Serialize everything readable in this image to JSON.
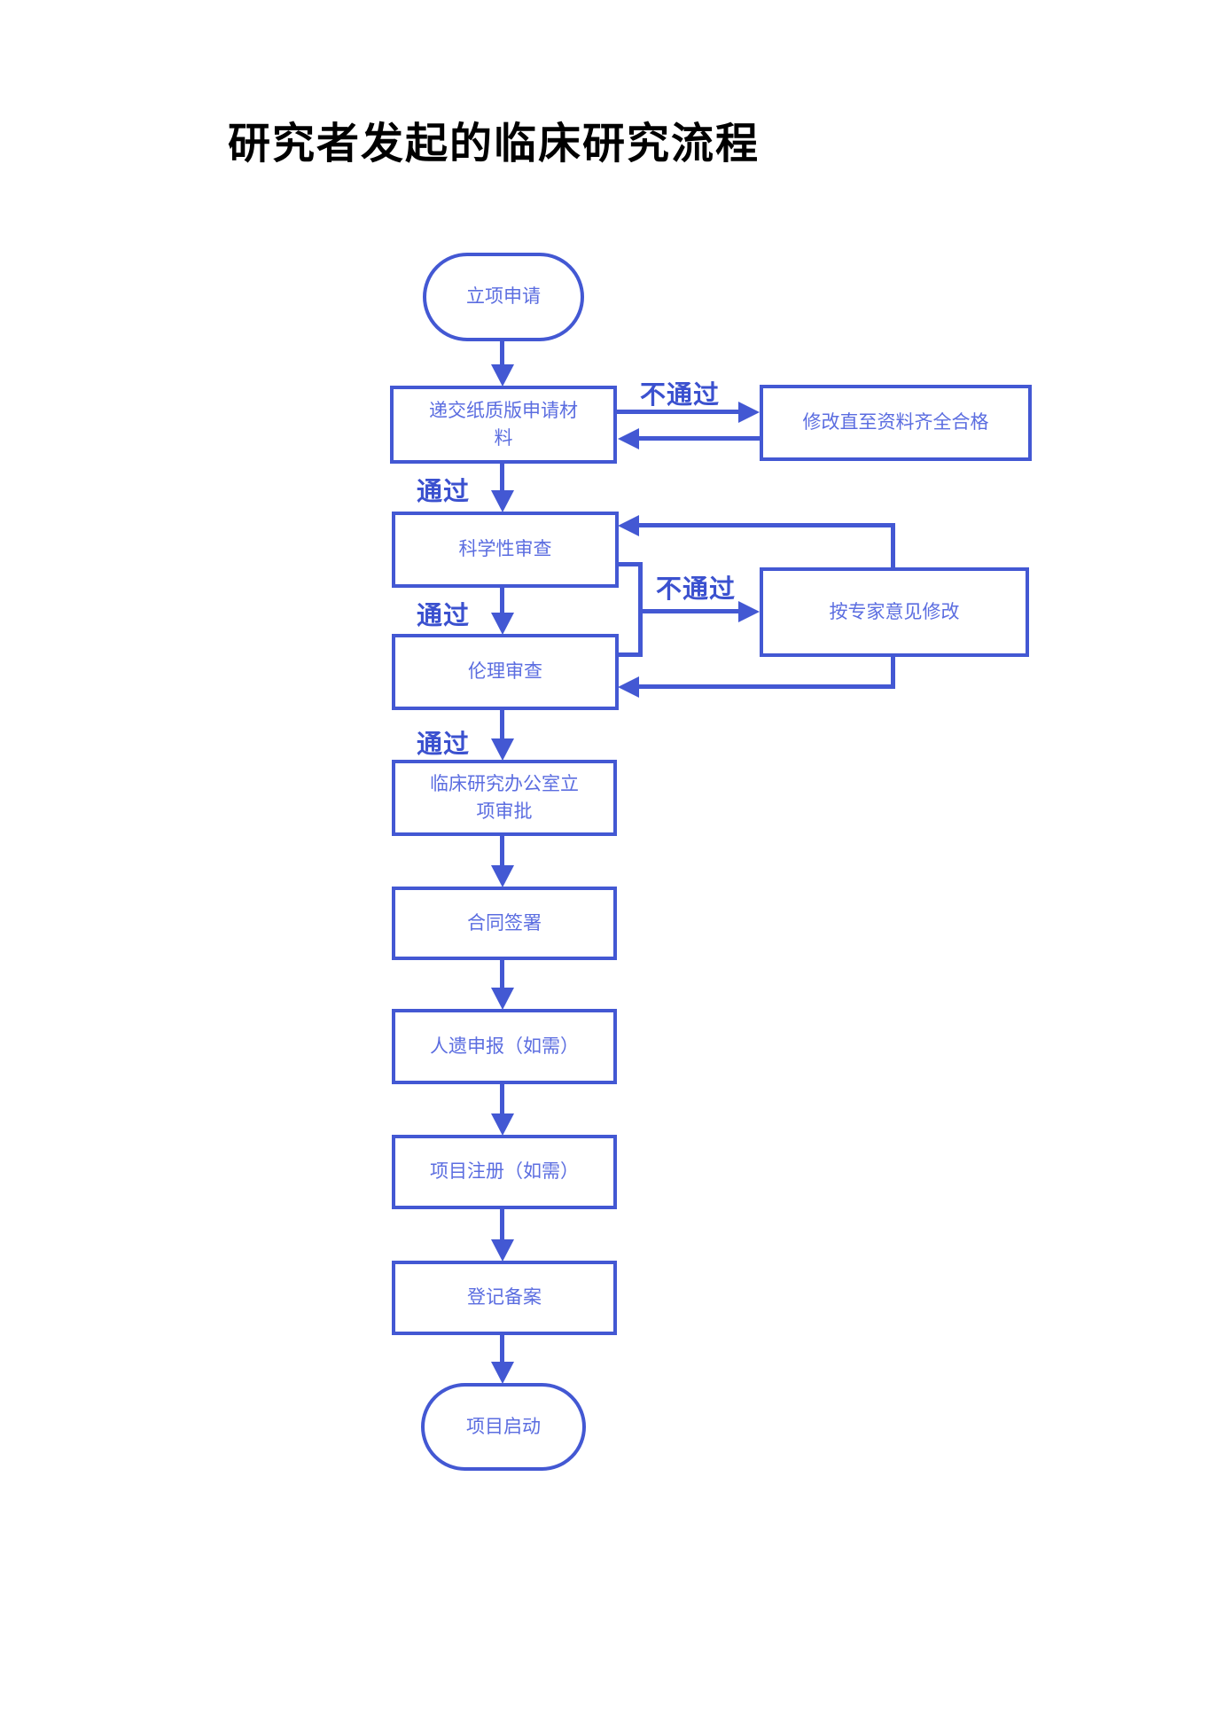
{
  "title": "研究者发起的临床研究流程",
  "colors": {
    "line": "#4358d3",
    "node-text": "#5b6de0",
    "label-text": "#3b51cf"
  },
  "nodes": {
    "start": "立项申请",
    "submit": "递交纸质版申请材料",
    "fix_materials": "修改直至资料齐全合格",
    "scientific_review": "科学性审查",
    "expert_revision": "按专家意见修改",
    "ethics_review": "伦理审查",
    "office_approval": "临床研究办公室立项审批",
    "contract": "合同签署",
    "hgr_filing": "人遗申报（如需）",
    "project_registration": "项目注册（如需）",
    "record_filing": "登记备案",
    "end": "项目启动"
  },
  "labels": {
    "pass": "通过",
    "fail": "不通过"
  }
}
